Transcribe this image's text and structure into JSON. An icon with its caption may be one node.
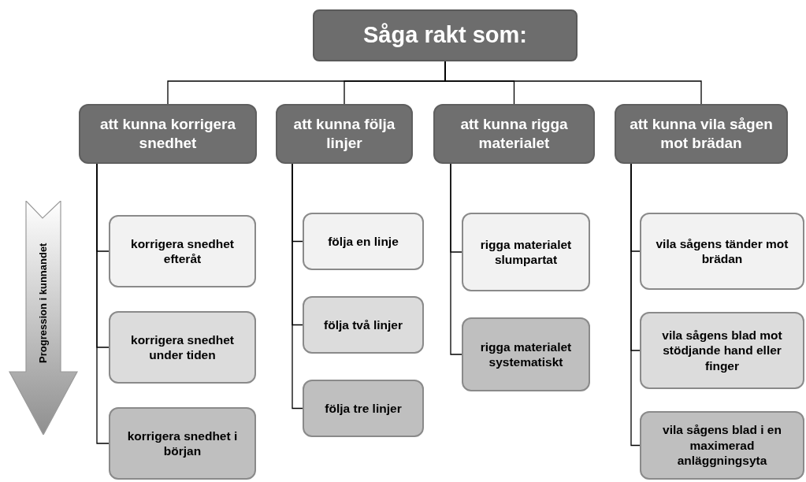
{
  "diagram": {
    "nodes": [
      {
        "text": [
          "Såga rakt som:"
        ]
      },
      {
        "text": [
          "att kunna korrigera snedhet"
        ]
      },
      {
        "text": [
          "att kunna följa linjer"
        ]
      },
      {
        "text": [
          "att kunna rigga materialet"
        ]
      },
      {
        "text": [
          "att kunna vila sågen mot brädan"
        ]
      },
      {
        "text": [
          "korrigera snedhet efteråt"
        ]
      },
      {
        "text": [
          "korrigera snedhet under tiden"
        ]
      },
      {
        "text": [
          "korrigera snedhet i början"
        ]
      },
      {
        "text": [
          "följa en linje"
        ]
      },
      {
        "text": [
          "följa två linjer"
        ]
      },
      {
        "text": [
          "följa tre linjer"
        ]
      },
      {
        "text": [
          "rigga materialet slumpartat"
        ]
      },
      {
        "text": [
          "rigga materialet systematiskt"
        ]
      },
      {
        "text": [
          "vila sågens tänder mot brädan"
        ]
      },
      {
        "text": [
          "vila sågens blad mot stödjande hand eller finger"
        ]
      },
      {
        "text": [
          "vila sågens blad i en maximerad anläggningsyta"
        ]
      },
      {
        "text": [
          "Progression i kunnandet"
        ]
      }
    ],
    "edges": [
      {
        "from": 0,
        "to": 1,
        "arrow": "none"
      },
      {
        "from": 0,
        "to": 2,
        "arrow": "none"
      },
      {
        "from": 0,
        "to": 3,
        "arrow": "none"
      },
      {
        "from": 0,
        "to": 4,
        "arrow": "none"
      },
      {
        "from": 1,
        "to": 5,
        "arrow": "none"
      },
      {
        "from": 1,
        "to": 6,
        "arrow": "none"
      },
      {
        "from": 1,
        "to": 7,
        "arrow": "none"
      },
      {
        "from": 2,
        "to": 8,
        "arrow": "none"
      },
      {
        "from": 2,
        "to": 9,
        "arrow": "none"
      },
      {
        "from": 2,
        "to": 10,
        "arrow": "none"
      },
      {
        "from": 3,
        "to": 11,
        "arrow": "none"
      },
      {
        "from": 3,
        "to": 12,
        "arrow": "none"
      },
      {
        "from": 4,
        "to": 13,
        "arrow": "none"
      },
      {
        "from": 4,
        "to": 14,
        "arrow": "none"
      },
      {
        "from": 4,
        "to": 15,
        "arrow": "none"
      }
    ]
  }
}
